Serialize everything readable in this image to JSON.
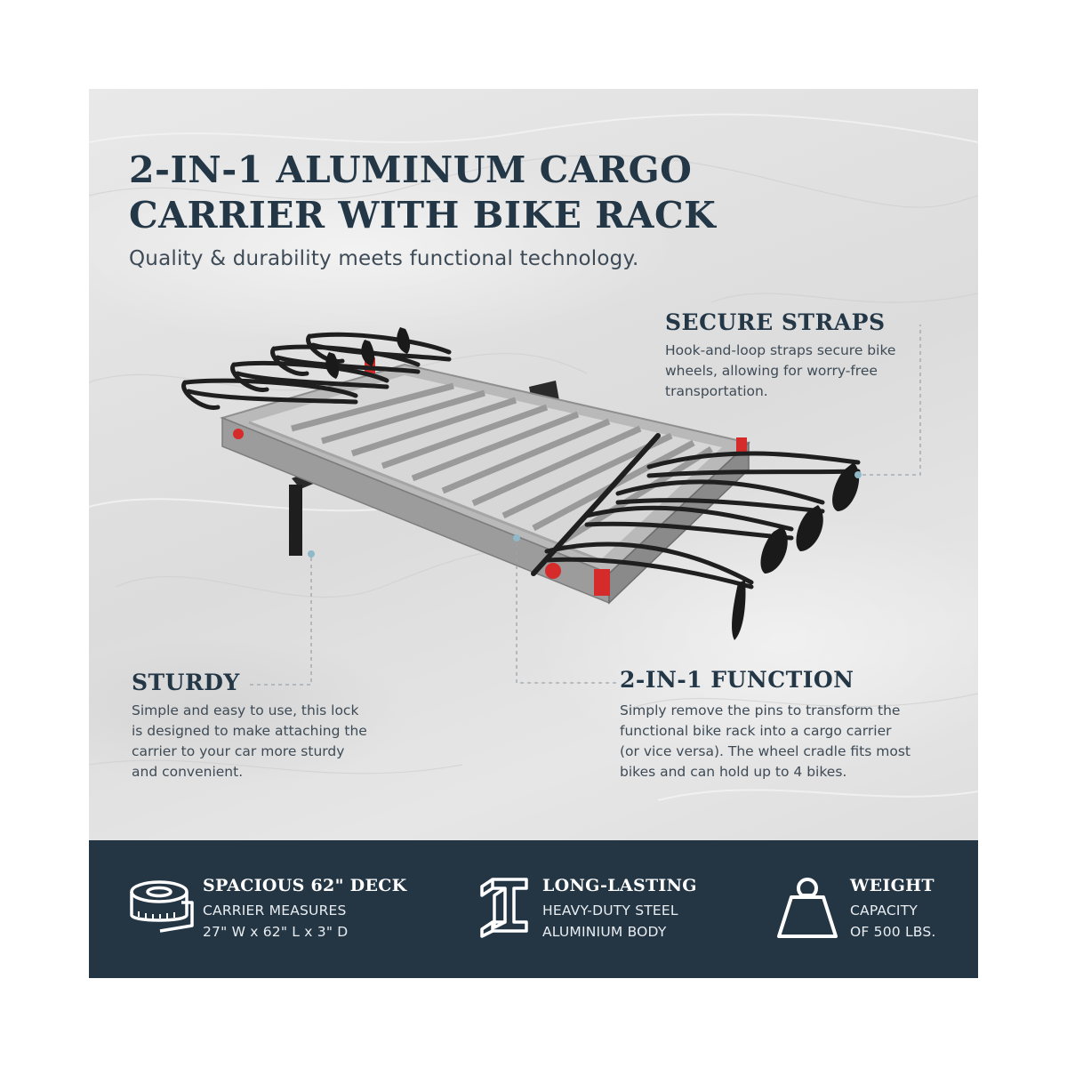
{
  "header": {
    "title_line1": "2-IN-1 ALUMINUM CARGO",
    "title_line2": "CARRIER WITH BIKE RACK",
    "subtitle": "Quality & durability meets functional technology."
  },
  "features": {
    "secure_straps": {
      "title": "SECURE STRAPS",
      "lines": [
        "Hook-and-loop straps secure bike",
        "wheels, allowing for worry-free",
        "transportation."
      ]
    },
    "sturdy": {
      "title": "STURDY",
      "lines": [
        "Simple and easy to use, this lock",
        "is designed to make attaching the",
        "carrier to your car more sturdy",
        "and convenient."
      ]
    },
    "function": {
      "title": "2-IN-1 FUNCTION",
      "lines": [
        "Simply remove the pins to transform the",
        "functional bike rack into a cargo carrier",
        "(or vice versa). The wheel cradle fits most",
        "bikes and can hold up to 4 bikes."
      ]
    }
  },
  "specs": [
    {
      "icon": "tape-measure-icon",
      "title": "SPACIOUS 62\" DECK",
      "line1": "CARRIER MEASURES",
      "line2": "27\" W x 62\" L x 3\" D"
    },
    {
      "icon": "steel-beam-icon",
      "title": "LONG-LASTING",
      "line1": "HEAVY-DUTY STEEL",
      "line2": "ALUMINIUM BODY"
    },
    {
      "icon": "weight-icon",
      "title": "WEIGHT",
      "line1": "CAPACITY",
      "line2": "OF 500 LBS."
    }
  ],
  "colors": {
    "heading": "#243747",
    "body_text": "#3e4b56",
    "footer_bg": "#243544",
    "reflector_red": "#d62b2b"
  }
}
